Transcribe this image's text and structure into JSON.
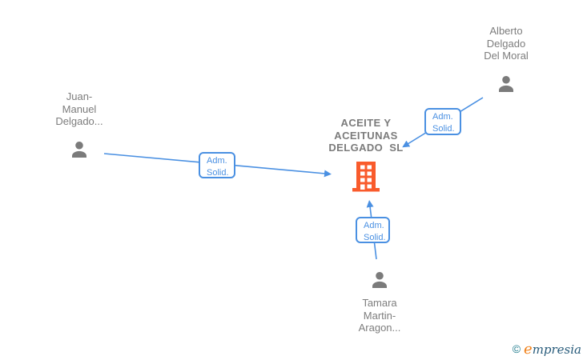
{
  "diagram": {
    "type": "corporate-relationship-graph",
    "nodes": {
      "juan": {
        "label": "Juan-\nManuel\nDelgado...",
        "type": "person"
      },
      "alberto": {
        "label": "Alberto\nDelgado\nDel Moral",
        "type": "person"
      },
      "tamara": {
        "label": "Tamara\nMartin-\nAragon...",
        "type": "person"
      },
      "company": {
        "label": "ACEITE Y\nACEITUNAS\nDELGADO  SL",
        "type": "company"
      }
    },
    "edges": [
      {
        "from": "juan",
        "to": "company",
        "label": "Adm.\nSolid."
      },
      {
        "from": "alberto",
        "to": "company",
        "label": "Adm.\nSolid."
      },
      {
        "from": "tamara",
        "to": "company",
        "label": "Adm.\nSolid."
      }
    ],
    "colors": {
      "edge_blue": "#4a90e2",
      "node_gray": "#7b7b7b",
      "text_gray": "#7d7d7d",
      "building_orange": "#f95b2c",
      "logo_teal": "#1d7a8c",
      "logo_orange": "#f08019",
      "logo_navy": "#265a7a",
      "background": "#ffffff"
    }
  },
  "watermark": {
    "copyright": "©",
    "brand_initial": "e",
    "brand_rest": "mpresia"
  }
}
